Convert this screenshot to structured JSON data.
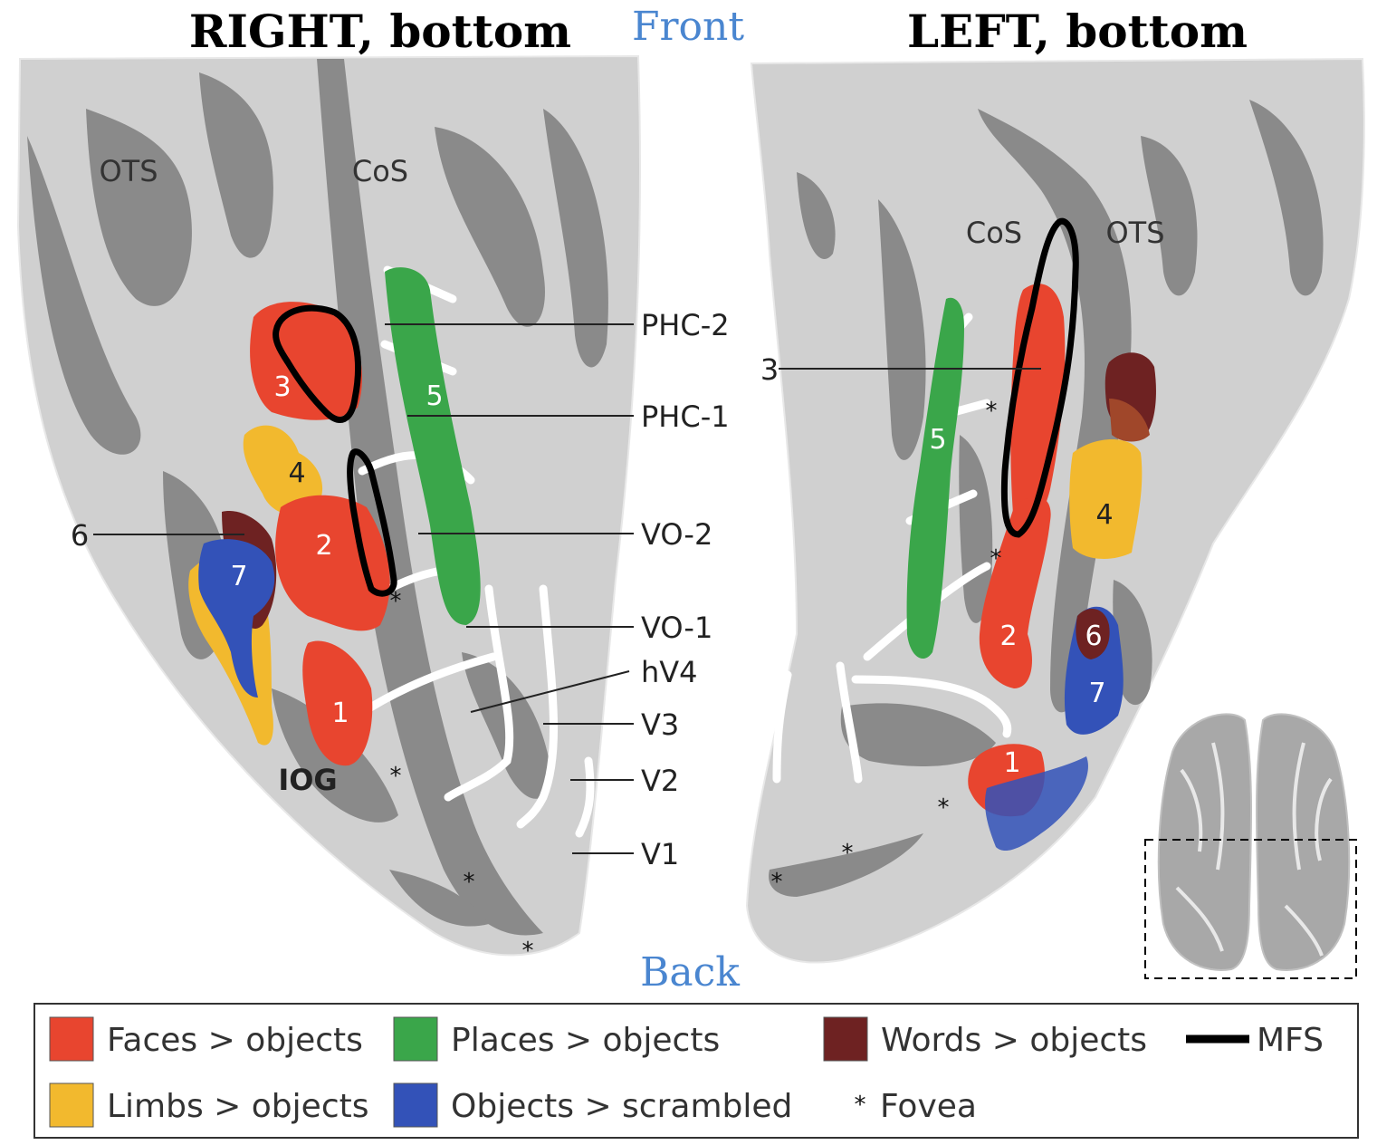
{
  "header": {
    "right_title": "RIGHT, bottom",
    "left_title": "LEFT, bottom",
    "front": "Front",
    "back": "Back"
  },
  "anatomy": {
    "right_ots": "OTS",
    "right_cos": "CoS",
    "right_iog": "IOG",
    "left_cos": "CoS",
    "left_ots": "OTS"
  },
  "areas": {
    "phc2": "PHC-2",
    "phc1": "PHC-1",
    "vo2": "VO-2",
    "vo1": "VO-1",
    "hv4": "hV4",
    "v3": "V3",
    "v2": "V2",
    "v1": "V1"
  },
  "regions": {
    "r1": "1",
    "r2": "2",
    "r3": "3",
    "r4": "4",
    "r5": "5",
    "r6": "6",
    "r7": "7"
  },
  "fovea_mark": "*",
  "legend": {
    "faces": "Faces > objects",
    "places": "Places > objects",
    "words": "Words > objects",
    "mfs": "MFS",
    "limbs": "Limbs > objects",
    "objects": "Objects > scrambled",
    "fovea": "Fovea"
  },
  "colors": {
    "faces": "#e8452f",
    "places": "#3aa64a",
    "words": "#6e2222",
    "limbs": "#f2b92e",
    "objects": "#3352b8",
    "mfs": "#000000",
    "sulci": "#8c8c8c",
    "gyri": "#cfcfcf"
  }
}
